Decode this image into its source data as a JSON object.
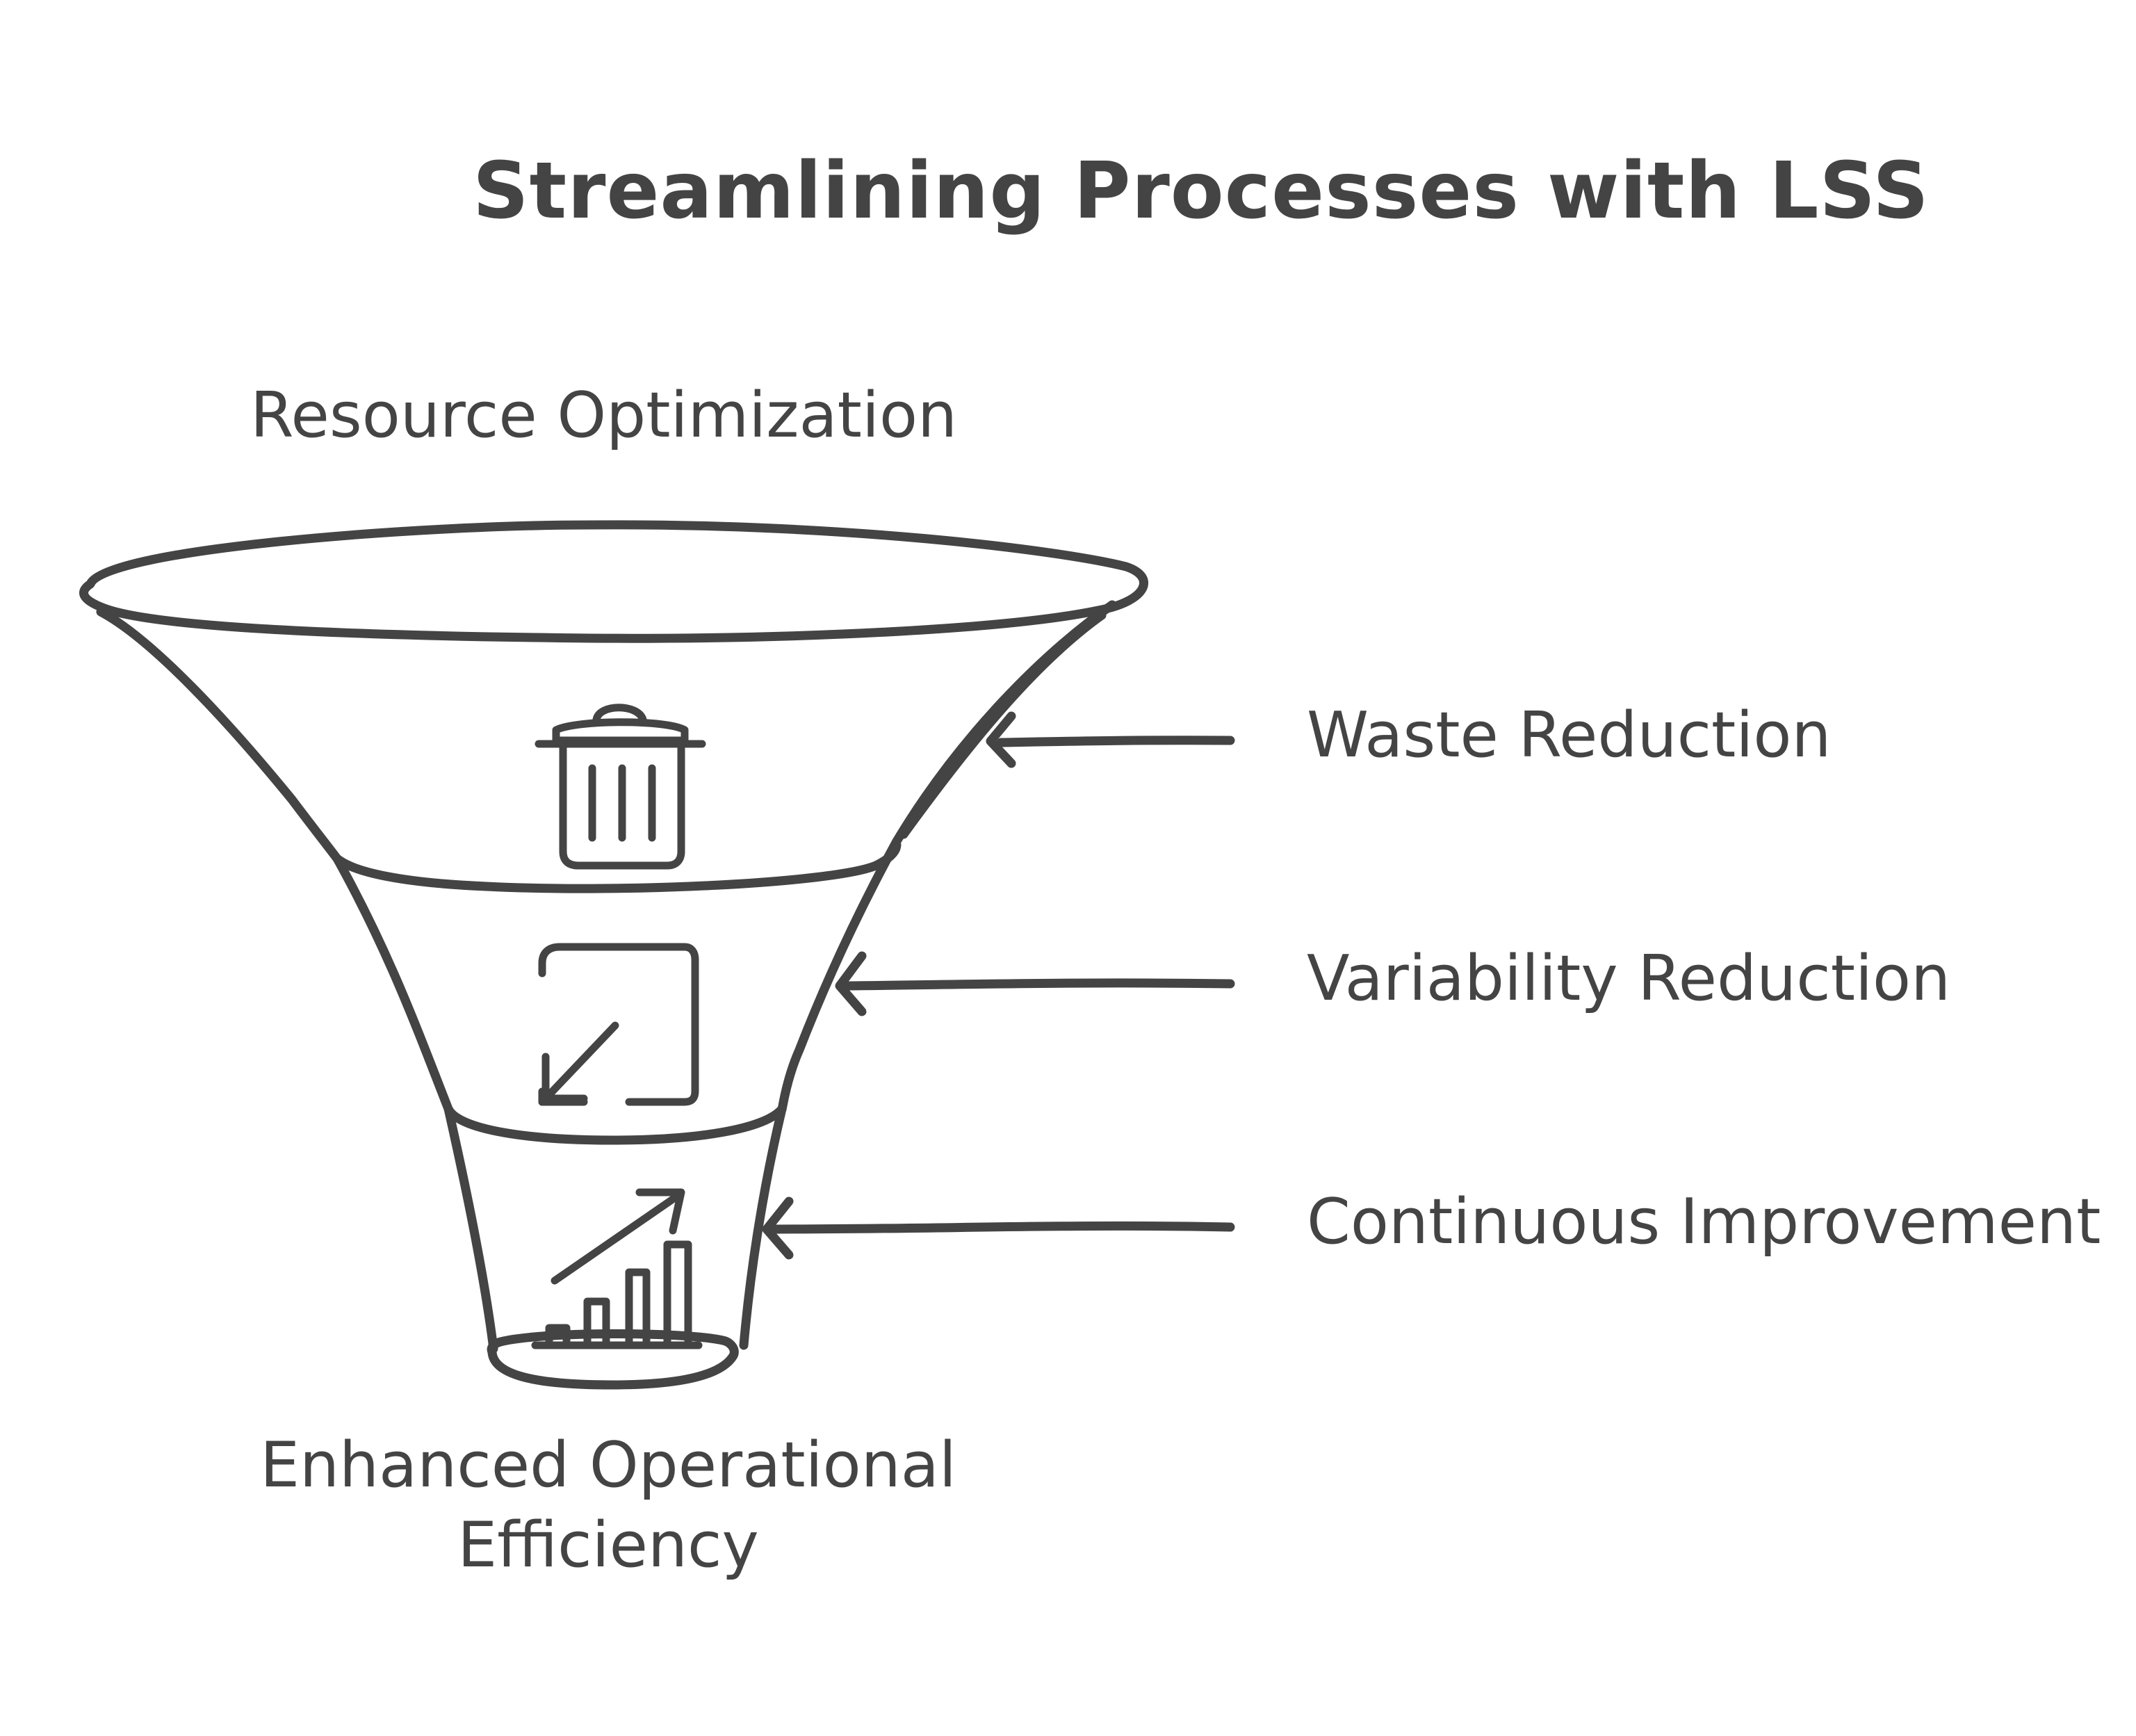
{
  "title": "Streamlining Processes with LSS",
  "funnel": {
    "input_label": "Resource Optimization",
    "output_label_line1": "Enhanced Operational",
    "output_label_line2": "Efficiency",
    "stages": [
      {
        "label": "Waste Reduction",
        "icon": "trash-can-icon"
      },
      {
        "label": "Variability Reduction",
        "icon": "diagonal-arrow-square-icon"
      },
      {
        "label": "Continuous Improvement",
        "icon": "growth-chart-icon"
      }
    ]
  },
  "colors": {
    "stroke": "#444444",
    "background": "#ffffff"
  }
}
